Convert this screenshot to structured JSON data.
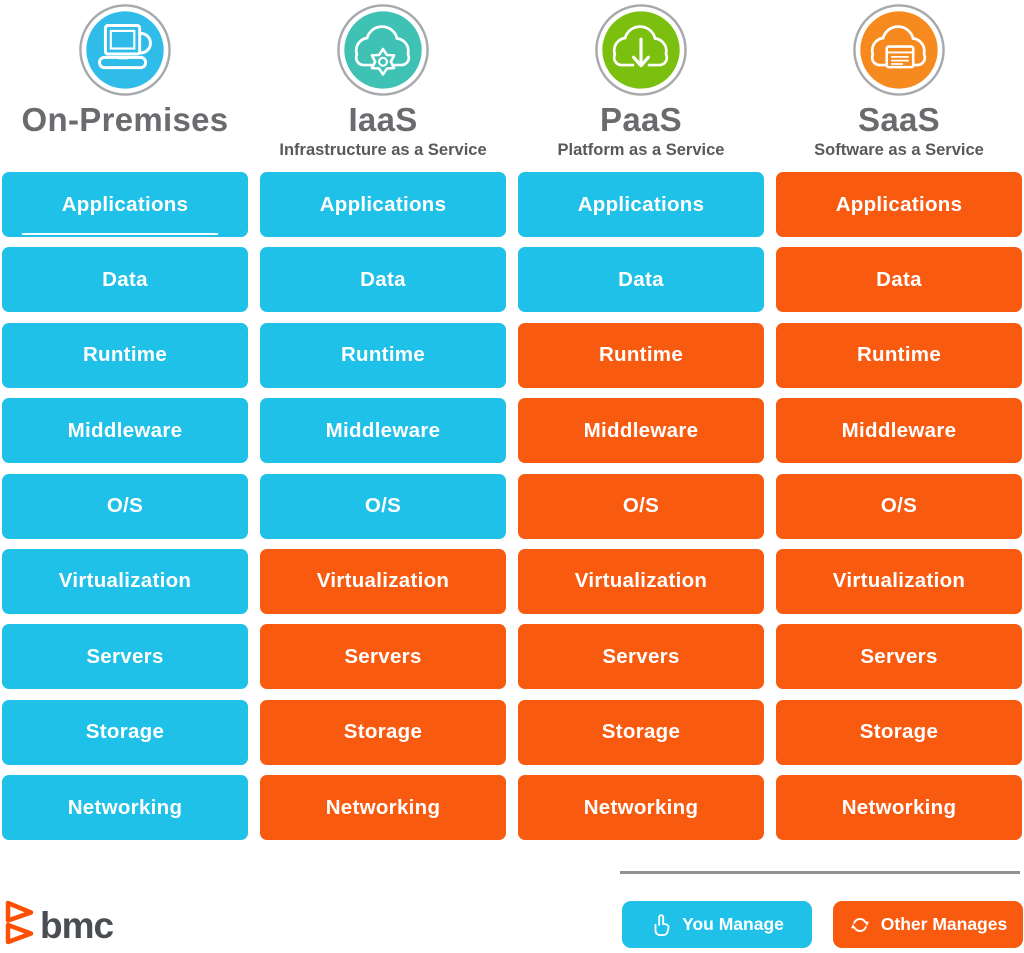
{
  "colors": {
    "you_manage": "#1FC1E8",
    "other_manages": "#F85A10",
    "icon_ring": "#A7A9AC",
    "title_text": "#6A6B6E",
    "subtitle_text": "#58595B",
    "divider": "#909295",
    "logo_text": "#4A4D52",
    "logo_mark": "#FE5000",
    "on_premises_icon": "#2FBCE9",
    "iaas_icon": "#3FC2B4",
    "paas_icon": "#7CC00F",
    "saas_icon": "#F68A1E"
  },
  "rows": [
    "Applications",
    "Data",
    "Runtime",
    "Middleware",
    "O/S",
    "Virtualization",
    "Servers",
    "Storage",
    "Networking"
  ],
  "columns": [
    {
      "id": "on-premises",
      "title": "On-Premises",
      "subtitle": "",
      "icon": "laptop-mug-icon",
      "icon_color_key": "on_premises_icon",
      "cells": [
        {
          "label": "Applications",
          "managed": "you",
          "underline": true
        },
        {
          "label": "Data",
          "managed": "you"
        },
        {
          "label": "Runtime",
          "managed": "you"
        },
        {
          "label": "Middleware",
          "managed": "you"
        },
        {
          "label": "O/S",
          "managed": "you"
        },
        {
          "label": "Virtualization",
          "managed": "you"
        },
        {
          "label": "Servers",
          "managed": "you"
        },
        {
          "label": "Storage",
          "managed": "you"
        },
        {
          "label": "Networking",
          "managed": "you"
        }
      ]
    },
    {
      "id": "iaas",
      "title": "IaaS",
      "subtitle": "Infrastructure as a Service",
      "icon": "cloud-gear-icon",
      "icon_color_key": "iaas_icon",
      "cells": [
        {
          "label": "Applications",
          "managed": "you"
        },
        {
          "label": "Data",
          "managed": "you"
        },
        {
          "label": "Runtime",
          "managed": "you"
        },
        {
          "label": "Middleware",
          "managed": "you"
        },
        {
          "label": "O/S",
          "managed": "you"
        },
        {
          "label": "Virtualization",
          "managed": "other"
        },
        {
          "label": "Servers",
          "managed": "other"
        },
        {
          "label": "Storage",
          "managed": "other"
        },
        {
          "label": "Networking",
          "managed": "other"
        }
      ]
    },
    {
      "id": "paas",
      "title": "PaaS",
      "subtitle": "Platform as a Service",
      "icon": "cloud-download-icon",
      "icon_color_key": "paas_icon",
      "cells": [
        {
          "label": "Applications",
          "managed": "you"
        },
        {
          "label": "Data",
          "managed": "you"
        },
        {
          "label": "Runtime",
          "managed": "other"
        },
        {
          "label": "Middleware",
          "managed": "other"
        },
        {
          "label": "O/S",
          "managed": "other"
        },
        {
          "label": "Virtualization",
          "managed": "other"
        },
        {
          "label": "Servers",
          "managed": "other"
        },
        {
          "label": "Storage",
          "managed": "other"
        },
        {
          "label": "Networking",
          "managed": "other"
        }
      ]
    },
    {
      "id": "saas",
      "title": "SaaS",
      "subtitle": "Software as a Service",
      "icon": "cloud-app-window-icon",
      "icon_color_key": "saas_icon",
      "cells": [
        {
          "label": "Applications",
          "managed": "other"
        },
        {
          "label": "Data",
          "managed": "other"
        },
        {
          "label": "Runtime",
          "managed": "other"
        },
        {
          "label": "Middleware",
          "managed": "other"
        },
        {
          "label": "O/S",
          "managed": "other"
        },
        {
          "label": "Virtualization",
          "managed": "other"
        },
        {
          "label": "Servers",
          "managed": "other"
        },
        {
          "label": "Storage",
          "managed": "other"
        },
        {
          "label": "Networking",
          "managed": "other"
        }
      ]
    }
  ],
  "legend": {
    "you_manage": {
      "label": "You Manage",
      "icon": "hand-pointer-icon"
    },
    "other_manages": {
      "label": "Other Manages",
      "icon": "sync-arrows-icon"
    }
  },
  "logo": {
    "text": "bmc",
    "icon": "bmc-mark-icon"
  }
}
